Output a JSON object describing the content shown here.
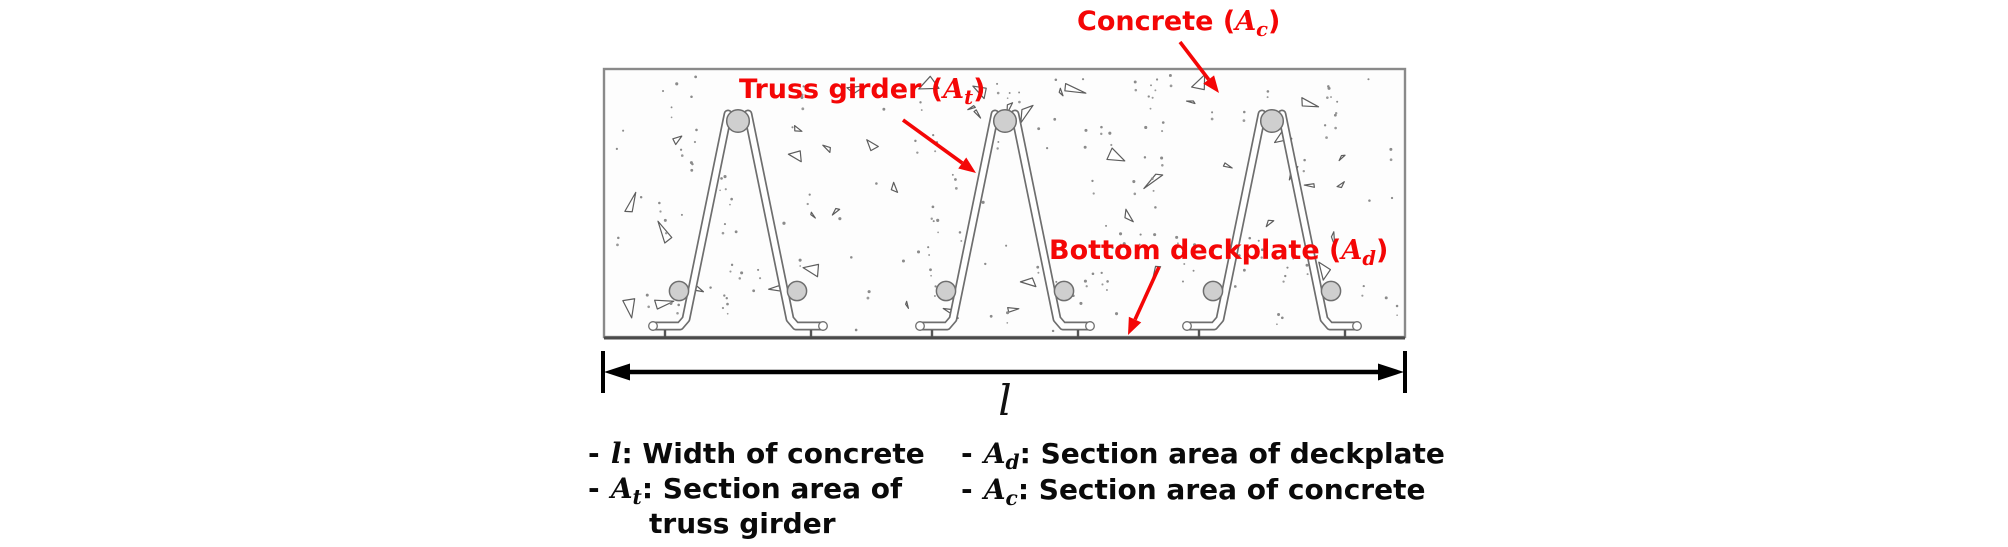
{
  "colors": {
    "annotation_red": "#f40606",
    "text_black": "#0a0a0a",
    "outline_gray": "#6e6e6e"
  },
  "annotations": {
    "concrete": {
      "prefix": "Concrete (",
      "symbol": "A",
      "subscript": "c",
      "suffix": ")"
    },
    "truss_girder": {
      "prefix": "Truss girder (",
      "symbol": "A",
      "subscript": "t",
      "suffix": ")"
    },
    "bottom_deckplate": {
      "prefix": "Bottom deckplate (",
      "symbol": "A",
      "subscript": "d",
      "suffix": ")"
    }
  },
  "dimension": {
    "symbol": "l"
  },
  "legend": {
    "items": [
      {
        "bullet": "-",
        "symbol": "l",
        "subscript": "",
        "description": ": Width of concrete",
        "continuation": ""
      },
      {
        "bullet": "-",
        "symbol": "A",
        "subscript": "t",
        "description": ": Section area of",
        "continuation": "truss girder"
      },
      {
        "bullet": "-",
        "symbol": "A",
        "subscript": "d",
        "description": ": Section area of deckplate",
        "continuation": ""
      },
      {
        "bullet": "-",
        "symbol": "A",
        "subscript": "c",
        "description": ": Section area of concrete",
        "continuation": ""
      }
    ]
  },
  "diagram": {
    "description": "Cross-section of concrete slab with three embedded truss girders on a bottom deckplate",
    "truss_count": 3
  }
}
